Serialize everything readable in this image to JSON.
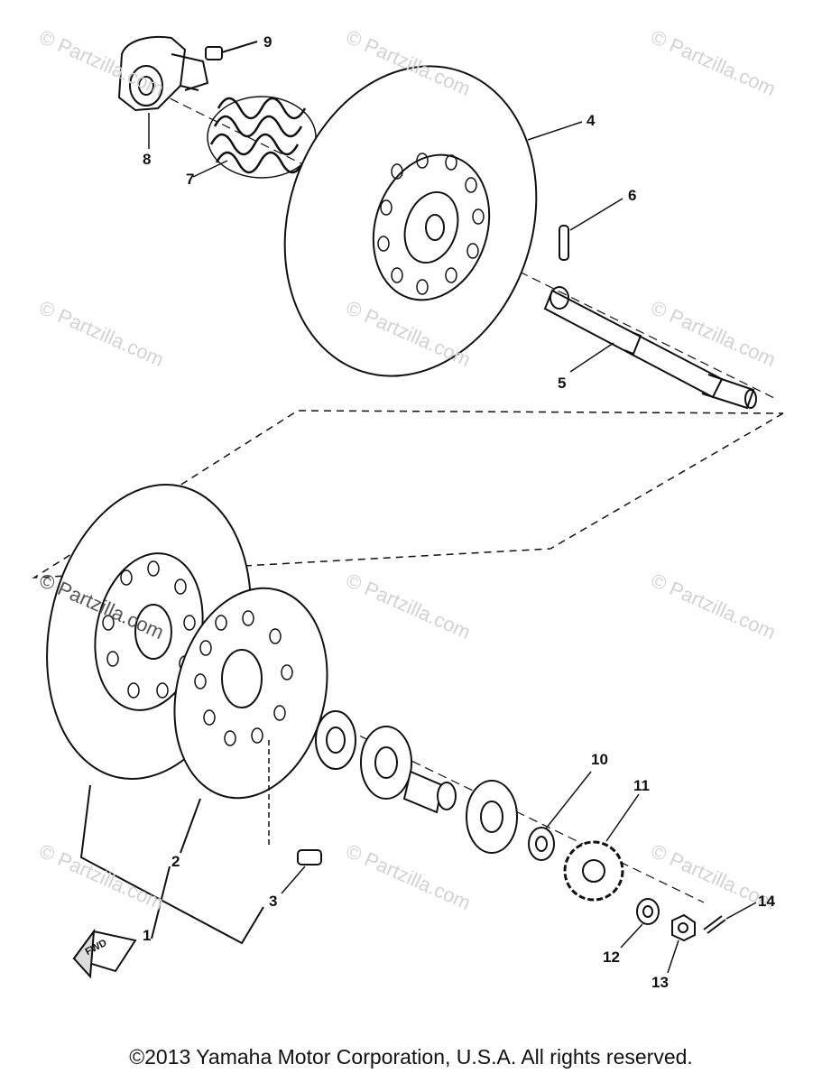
{
  "watermark": {
    "text": "© Partzilla.com"
  },
  "callouts": {
    "c1": "1",
    "c2": "2",
    "c3": "3",
    "c4": "4",
    "c5": "5",
    "c6": "6",
    "c7": "7",
    "c8": "8",
    "c9": "9",
    "c10": "10",
    "c11": "11",
    "c12": "12",
    "c13": "13",
    "c14": "14"
  },
  "fwd_label": "FWD",
  "footer": {
    "copyright": "©2013 Yamaha Motor Corporation, U.S.A. All rights reserved."
  }
}
